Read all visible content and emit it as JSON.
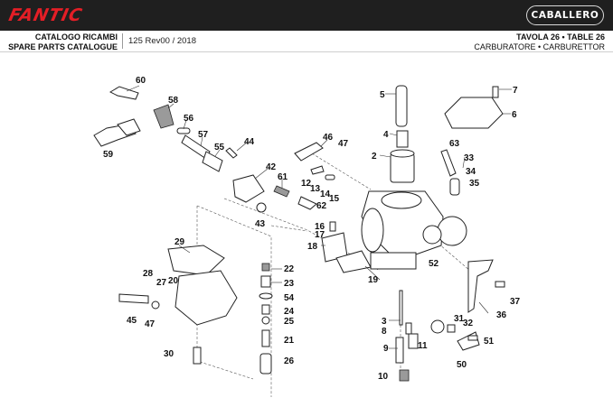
{
  "header": {
    "brand": "FANTIC",
    "model_badge": "CABALLERO",
    "catalog_line1": "CATALOGO RICAMBI",
    "catalog_line2": "SPARE PARTS CATALOGUE",
    "edition": "125 Rev00 / 2018",
    "table_line1": "TAVOLA 26 • TABLE 26",
    "table_line2": "CARBURATORE • CARBURETTOR"
  },
  "diagram": {
    "callouts": [
      "60",
      "58",
      "56",
      "57",
      "55",
      "44",
      "59",
      "46",
      "47",
      "42",
      "61",
      "12",
      "13",
      "14",
      "15",
      "62",
      "43",
      "5",
      "4",
      "2",
      "6",
      "7",
      "63",
      "33",
      "34",
      "35",
      "16",
      "17",
      "18",
      "19",
      "29",
      "28",
      "27",
      "20",
      "45",
      "47",
      "30",
      "22",
      "23",
      "54",
      "24",
      "25",
      "21",
      "26",
      "52",
      "3",
      "8",
      "11",
      "9",
      "10",
      "31",
      "32",
      "51",
      "50",
      "36",
      "37"
    ]
  }
}
